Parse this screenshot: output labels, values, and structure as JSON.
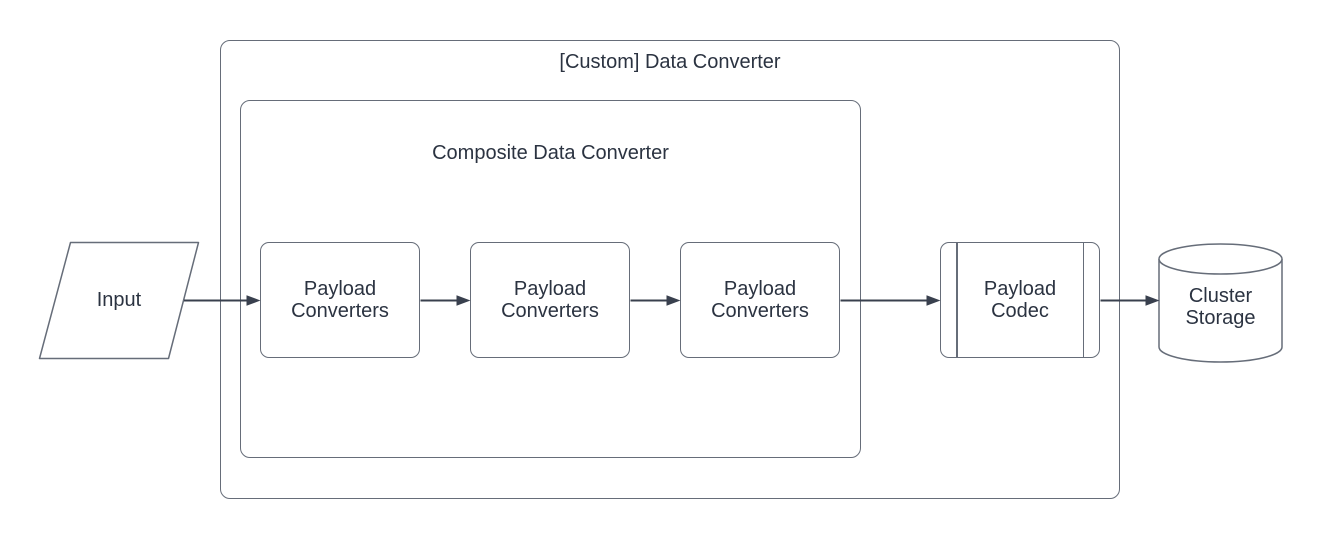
{
  "colors": {
    "background": "#ffffff",
    "border": "#666d79",
    "arrow": "#39404e",
    "text": "#2b3341"
  },
  "outer_container": {
    "title": "[Custom] Data Converter"
  },
  "inner_container": {
    "title": "Composite Data Converter"
  },
  "nodes": {
    "input": {
      "label": "Input",
      "shape": "parallelogram"
    },
    "payload_converters": [
      {
        "label": "Payload Converters"
      },
      {
        "label": "Payload Converters"
      },
      {
        "label": "Payload Converters"
      }
    ],
    "payload_codec": {
      "label": "Payload Codec",
      "shape": "subroutine"
    },
    "cluster_storage": {
      "label": "Cluster Storage",
      "shape": "cylinder"
    }
  },
  "edges": [
    {
      "from": "input",
      "to": "payload-converters-1"
    },
    {
      "from": "payload-converters-1",
      "to": "payload-converters-2"
    },
    {
      "from": "payload-converters-2",
      "to": "payload-converters-3"
    },
    {
      "from": "payload-converters-3",
      "to": "payload-codec"
    },
    {
      "from": "payload-codec",
      "to": "cluster-storage"
    }
  ]
}
